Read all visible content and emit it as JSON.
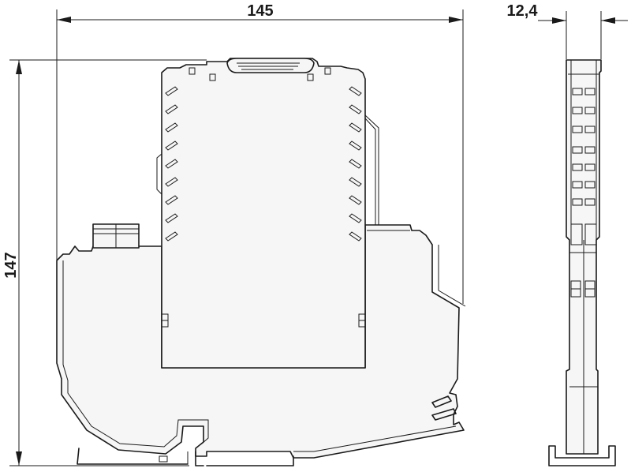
{
  "dimensions": {
    "width_front": "145",
    "width_side": "12,4",
    "height": "147"
  }
}
